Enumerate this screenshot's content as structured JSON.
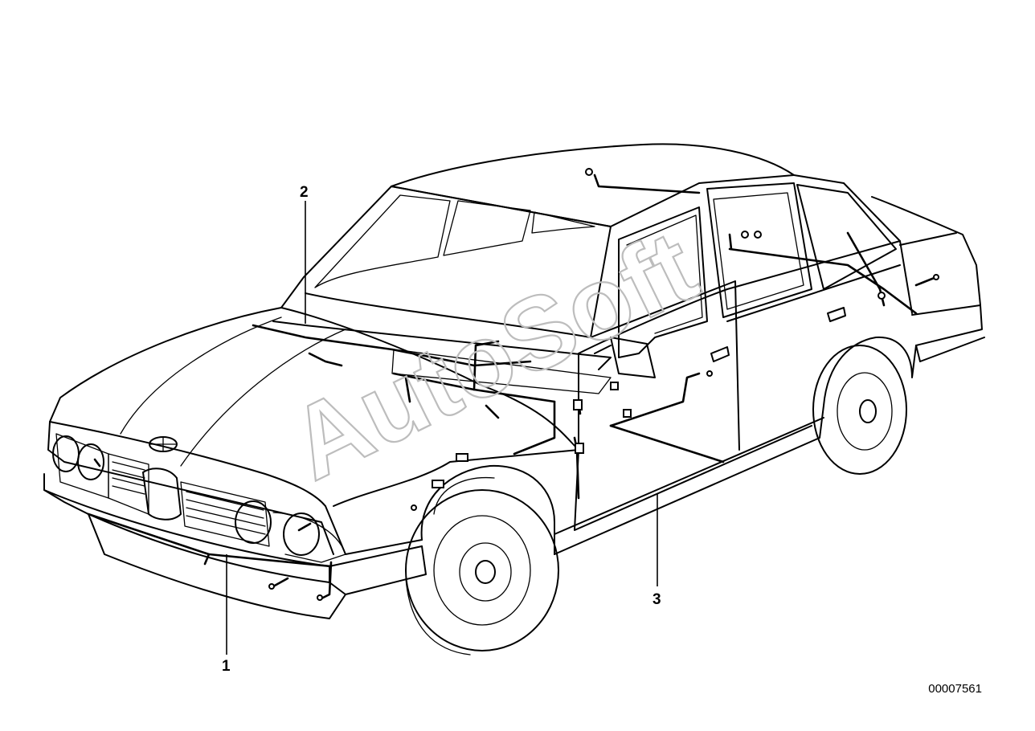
{
  "diagram": {
    "callouts": [
      {
        "id": "callout-1",
        "label": "1"
      },
      {
        "id": "callout-2",
        "label": "2"
      },
      {
        "id": "callout-3",
        "label": "3"
      }
    ],
    "document_number": "00007561",
    "watermark": "AutoSoft"
  }
}
